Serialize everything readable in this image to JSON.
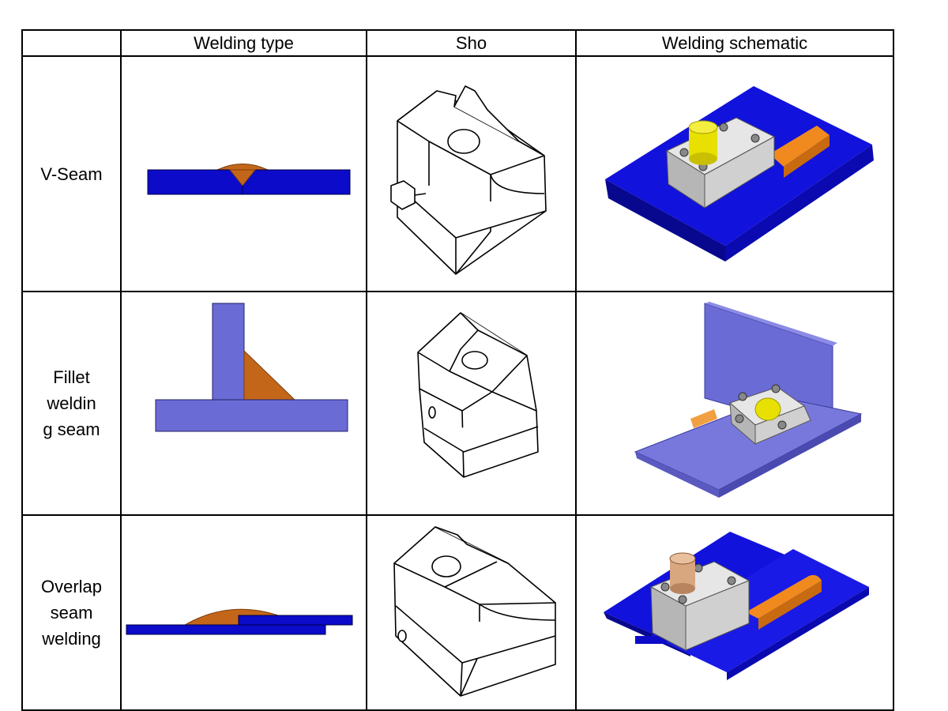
{
  "table": {
    "headers": [
      "",
      "Welding type",
      "Sho",
      "Welding schematic"
    ],
    "rows": [
      {
        "label_lines": [
          "V-Seam"
        ]
      },
      {
        "label_lines": [
          "Fillet",
          "weldin",
          "g seam"
        ]
      },
      {
        "label_lines": [
          "Overlap",
          "seam",
          "welding"
        ]
      }
    ]
  },
  "colors": {
    "plate_blue": "#0b0bc9",
    "plate_light_blue": "#6b6bd6",
    "weld_orange": "#c4661a",
    "bright_orange": "#f08a1e",
    "cylinder_yellow": "#e8e000",
    "cylinder_tan": "#d8a67f",
    "block_grey": "#c8c8c8"
  },
  "icons": [
    "v-seam-weld-diagram",
    "fillet-weld-diagram",
    "overlap-weld-diagram",
    "v-seam-shoe-drawing",
    "fillet-shoe-drawing",
    "overlap-shoe-drawing",
    "v-seam-schematic",
    "fillet-schematic",
    "overlap-schematic"
  ]
}
